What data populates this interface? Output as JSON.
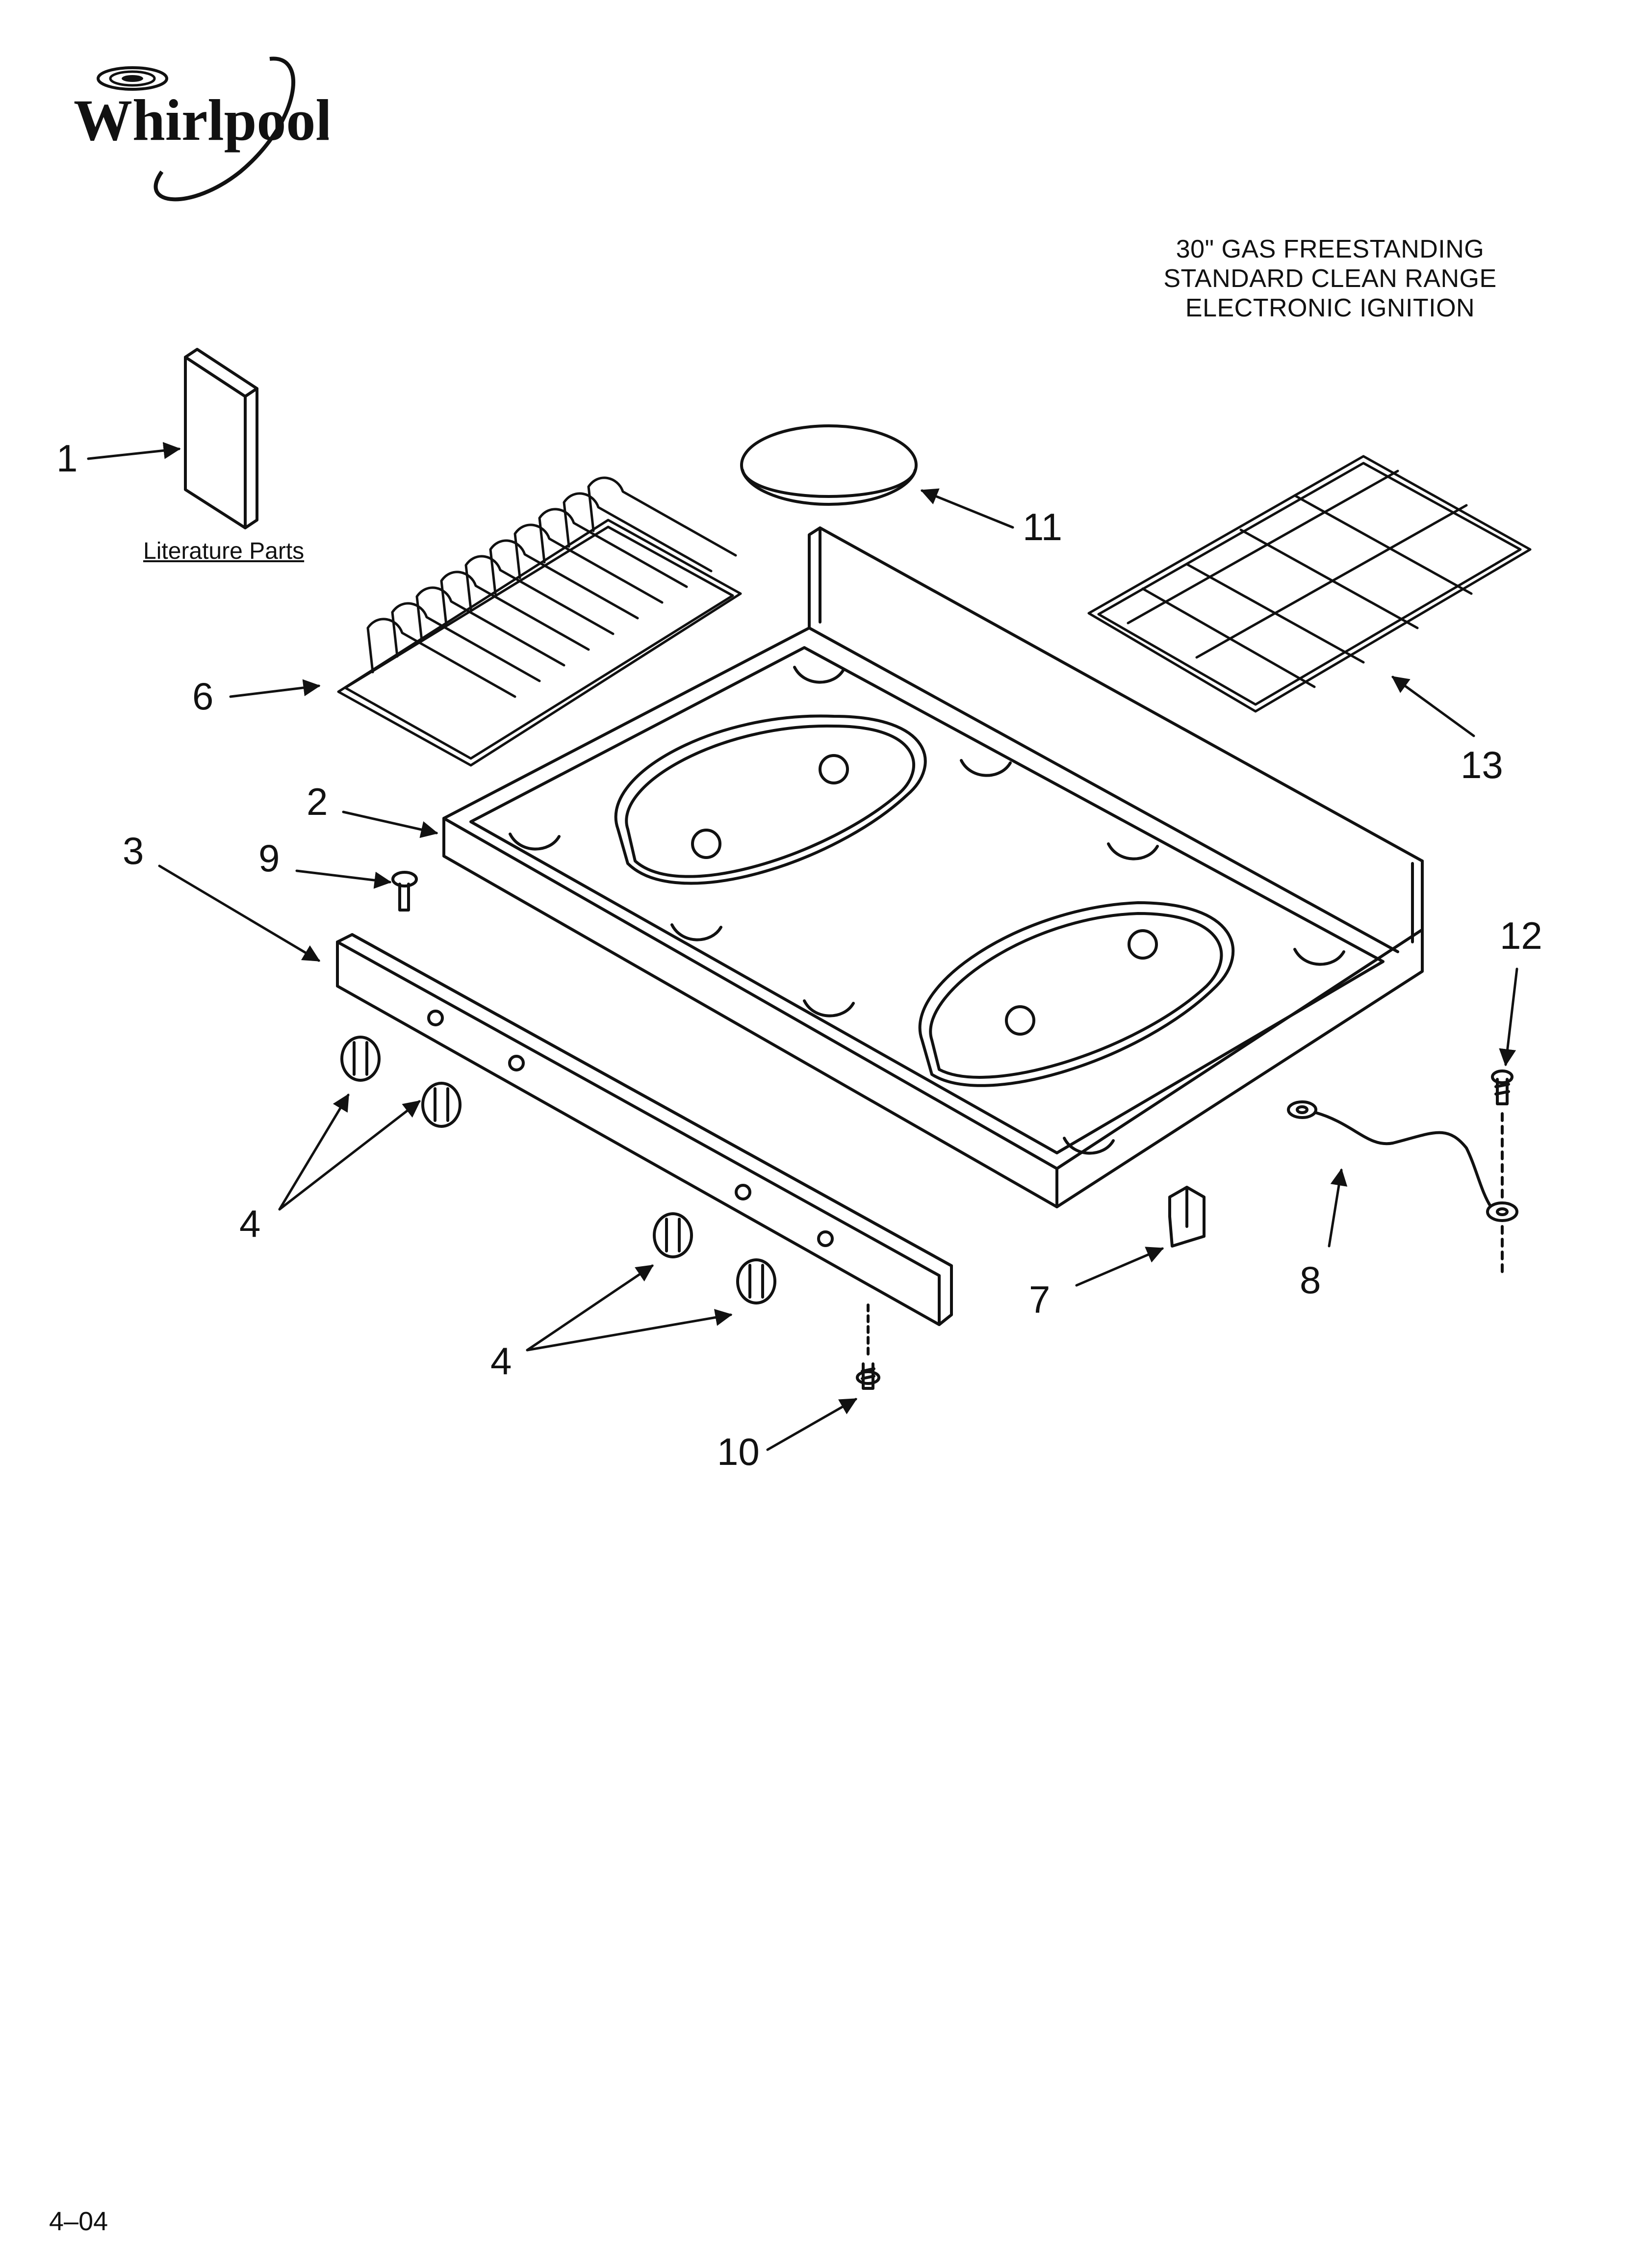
{
  "brand": {
    "name": "Whirlpool"
  },
  "title": {
    "lines": [
      "30\" GAS FREESTANDING",
      "STANDARD CLEAN RANGE",
      "ELECTRONIC IGNITION"
    ]
  },
  "literature_label": "Literature Parts",
  "callouts": {
    "c1": "1",
    "c2": "2",
    "c3": "3",
    "c4a": "4",
    "c4b": "4",
    "c6": "6",
    "c7": "7",
    "c8": "8",
    "c9": "9",
    "c10": "10",
    "c11": "11",
    "c12": "12",
    "c13": "13"
  },
  "footer_code": "4–04"
}
